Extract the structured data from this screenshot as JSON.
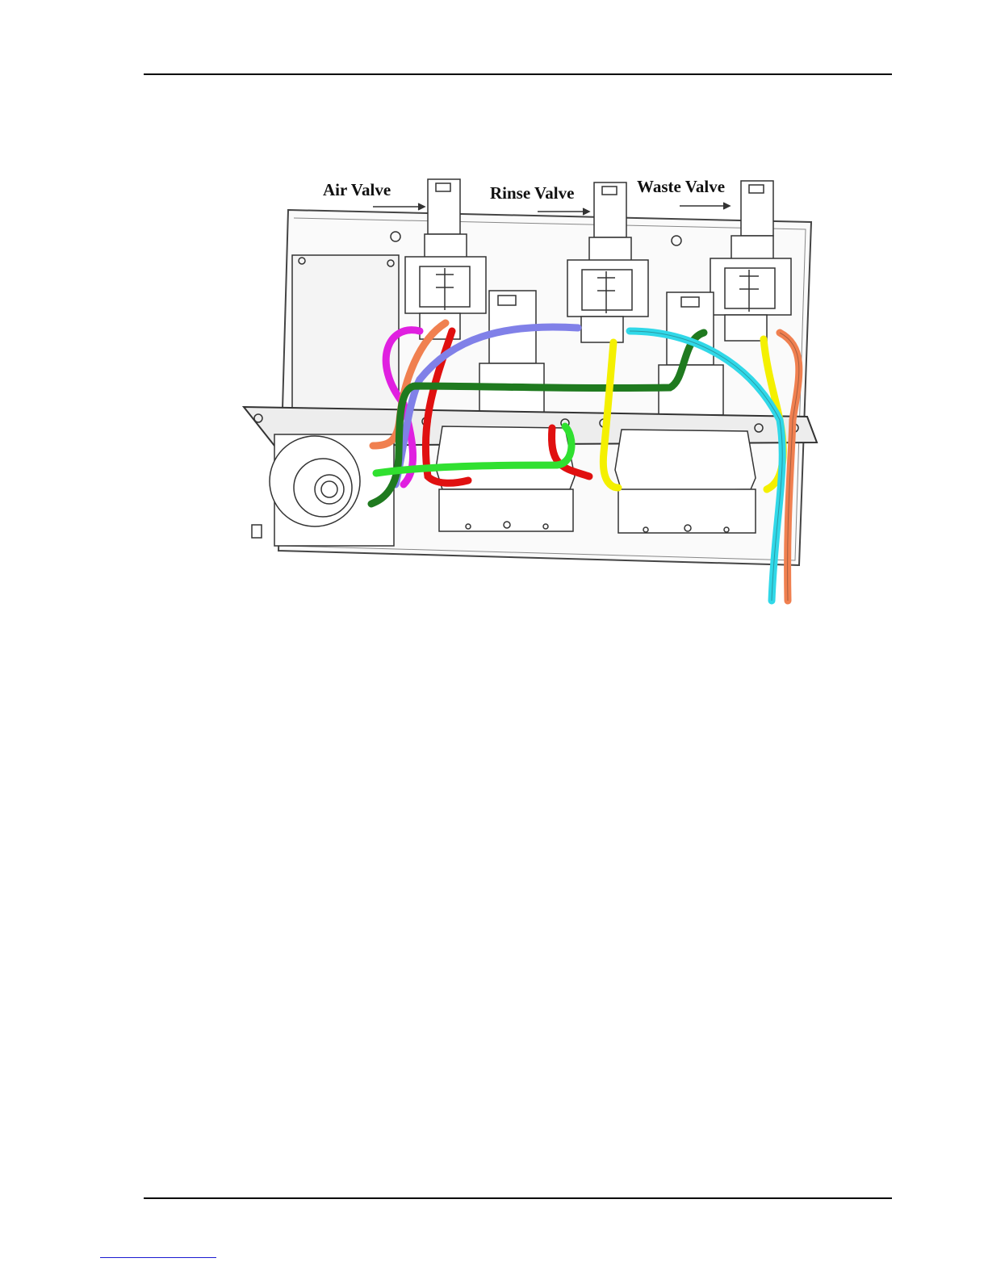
{
  "figure": {
    "labels": {
      "air_valve": "Air Valve",
      "rinse_valve": "Rinse Valve",
      "waste_valve": "Waste Valve"
    },
    "tube_colors": {
      "magenta": "#e020e0",
      "orange": "#f08050",
      "red": "#e01010",
      "blue_violet": "#8080e8",
      "dark_green": "#1f7a1f",
      "light_green": "#30e030",
      "yellow": "#f4f000",
      "cyan": "#30d8e8"
    }
  }
}
